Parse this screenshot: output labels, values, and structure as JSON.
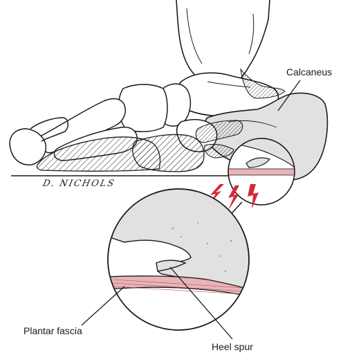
{
  "labels": {
    "calcaneus": "Calcaneus",
    "plantar_fascia": "Plantar fascia",
    "heel_spur": "Heel spur"
  },
  "signature": "D. NICHOLS",
  "colors": {
    "bone_fill": "#e1e1e1",
    "fascia_fill": "#e8b4b8",
    "pain_red": "#d42a36",
    "ink": "#1a1a1a"
  }
}
